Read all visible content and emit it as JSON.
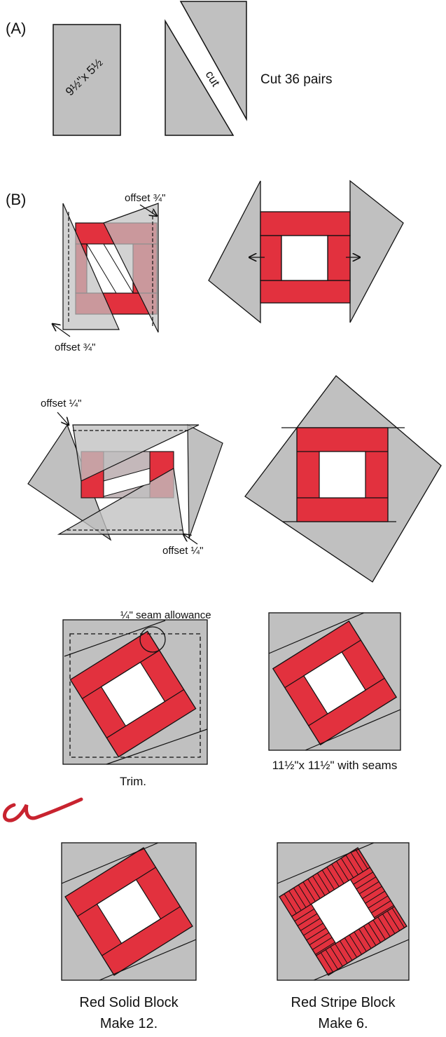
{
  "colors": {
    "gray": "#c0c0c0",
    "red": "#e2313e",
    "stroke": "#111111",
    "overlay": "#b99a9e"
  },
  "section_a": {
    "label": "(A)",
    "rect_dimension": "9½\"x 5½",
    "cut_label": "cut",
    "note": "Cut 36 pairs"
  },
  "section_b": {
    "label": "(B)",
    "offset_three_quarter_top": "offset ¾\"",
    "offset_three_quarter_bottom": "offset ¾\"",
    "offset_quarter_top": "offset ¼\"",
    "offset_quarter_bottom": "offset ¼\""
  },
  "trim": {
    "seam_allowance": "¼\" seam allowance",
    "trim_label": "Trim.",
    "finished_label": "11½\"x 11½\" with seams"
  },
  "blocks": {
    "solid_name": "Red Solid Block",
    "solid_count": "Make 12.",
    "stripe_name": "Red Stripe Block",
    "stripe_count": "Make 6."
  }
}
